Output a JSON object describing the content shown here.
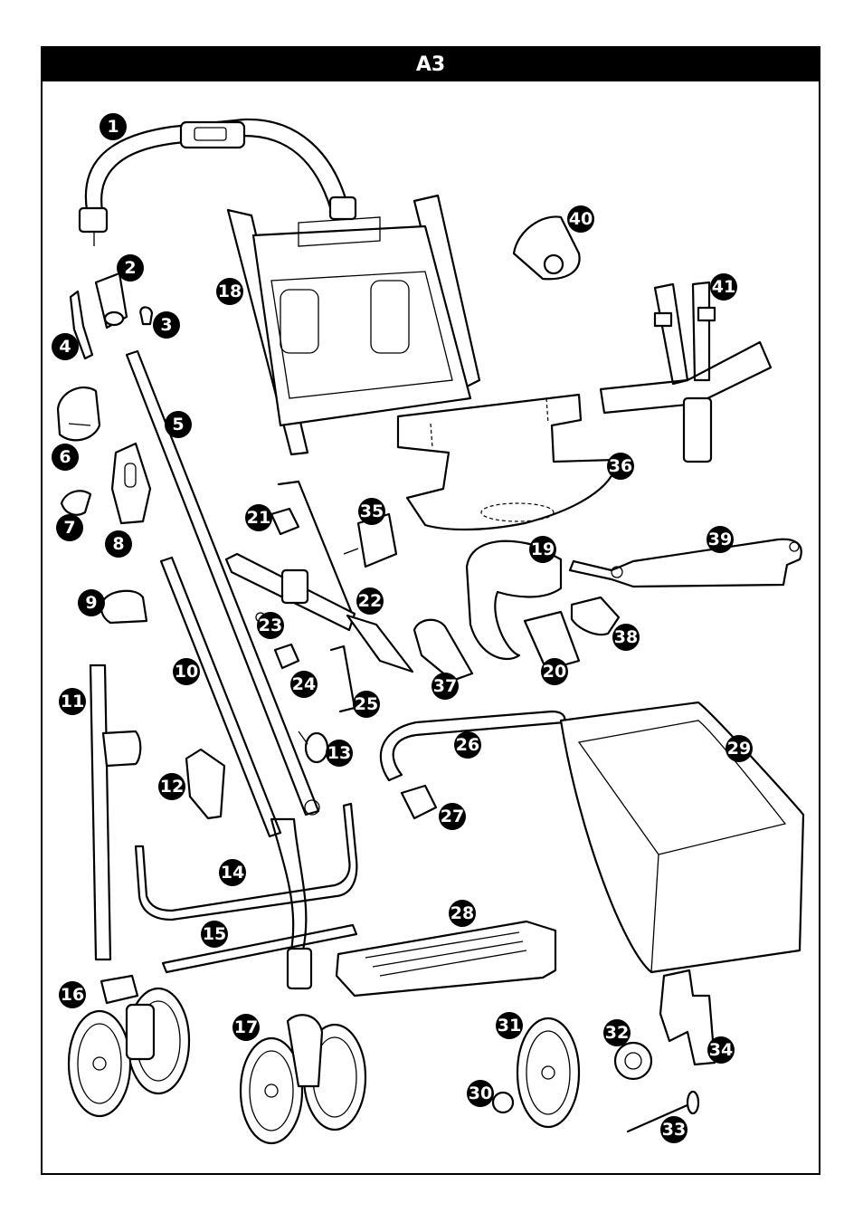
{
  "header": {
    "title": "A3"
  },
  "callouts": [
    "1",
    "2",
    "3",
    "4",
    "5",
    "6",
    "7",
    "8",
    "9",
    "10",
    "11",
    "12",
    "13",
    "14",
    "15",
    "16",
    "17",
    "18",
    "19",
    "20",
    "21",
    "22",
    "23",
    "24",
    "25",
    "26",
    "27",
    "28",
    "29",
    "30",
    "31",
    "32",
    "33",
    "34",
    "35",
    "36",
    "37",
    "38",
    "39",
    "40",
    "41"
  ]
}
